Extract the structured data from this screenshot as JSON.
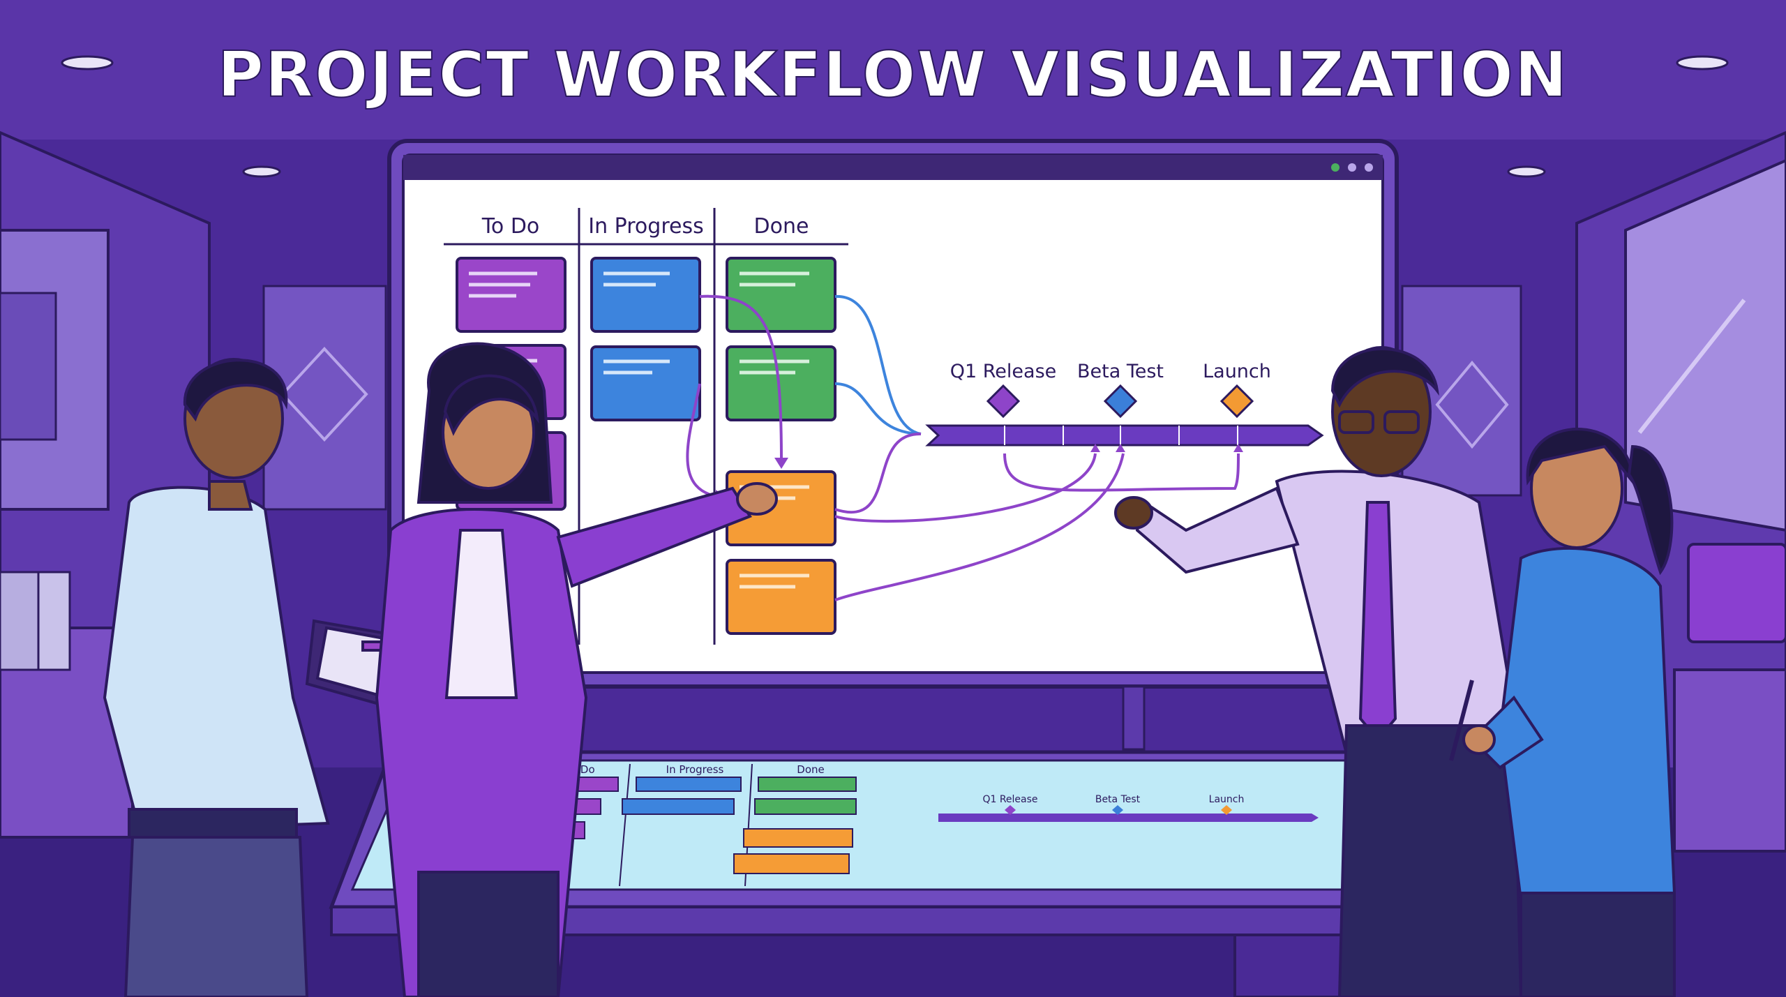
{
  "title": "PROJECT WORKFLOW VISUALIZATION",
  "board": {
    "columns": [
      "To Do",
      "In Progress",
      "Done"
    ]
  },
  "timeline": {
    "milestones": [
      {
        "label": "Q1 Release",
        "color": "#8e44c9"
      },
      {
        "label": "Beta Test",
        "color": "#3b7fd9"
      },
      {
        "label": "Launch",
        "color": "#f39a33"
      }
    ]
  },
  "table_board": {
    "columns": [
      "To Do",
      "In Progress",
      "Done"
    ],
    "milestones": [
      "Q1 Release",
      "Beta Test",
      "Launch"
    ]
  },
  "colors": {
    "background": "#4a2a96",
    "todo_card": "#9a46c9",
    "progress_card": "#3d84dd",
    "done_card": "#4caf5f",
    "review_card": "#f59c36",
    "timeline": "#6a3bc0"
  }
}
